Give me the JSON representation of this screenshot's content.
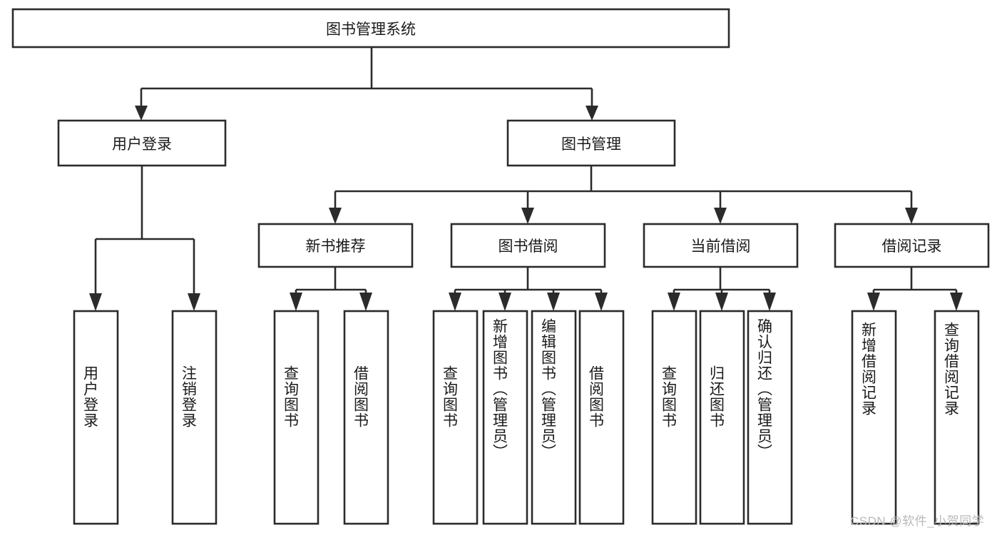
{
  "diagram": {
    "type": "tree-hierarchy-chart",
    "title": "图书管理系统",
    "watermark": "CSDN @软件_小贺同学",
    "colors": {
      "stroke": "#2b2b2b",
      "fill": "#ffffff",
      "text": "#1a1a1a",
      "watermark": "#b9b9b9",
      "background": "#ffffff"
    },
    "levels": {
      "root": {
        "label": "图书管理系统"
      },
      "level2": [
        {
          "id": "user-login",
          "label": "用户登录"
        },
        {
          "id": "book-management",
          "label": "图书管理"
        }
      ],
      "level3": [
        {
          "id": "new-book-recommend",
          "label": "新书推荐",
          "parent": "book-management"
        },
        {
          "id": "book-borrow",
          "label": "图书借阅",
          "parent": "book-management"
        },
        {
          "id": "current-borrow",
          "label": "当前借阅",
          "parent": "book-management"
        },
        {
          "id": "borrow-record",
          "label": "借阅记录",
          "parent": "book-management"
        }
      ],
      "leaves": [
        {
          "id": "leaf-user-login",
          "label": "用户登录",
          "parent": "user-login"
        },
        {
          "id": "leaf-logout-login",
          "label": "注销登录",
          "parent": "user-login"
        },
        {
          "id": "leaf-query-book-1",
          "label": "查询图书",
          "parent": "new-book-recommend"
        },
        {
          "id": "leaf-borrow-book-1",
          "label": "借阅图书",
          "parent": "new-book-recommend"
        },
        {
          "id": "leaf-query-book-2",
          "label": "查询图书",
          "parent": "book-borrow"
        },
        {
          "id": "leaf-add-book",
          "label": "新增图书（管理员）",
          "parent": "book-borrow"
        },
        {
          "id": "leaf-edit-book",
          "label": "编辑图书（管理员）",
          "parent": "book-borrow"
        },
        {
          "id": "leaf-borrow-book-2",
          "label": "借阅图书",
          "parent": "book-borrow"
        },
        {
          "id": "leaf-query-book-3",
          "label": "查询图书",
          "parent": "current-borrow"
        },
        {
          "id": "leaf-return-book",
          "label": "归还图书",
          "parent": "current-borrow"
        },
        {
          "id": "leaf-confirm-return",
          "label": "确认归还（管理员）",
          "parent": "current-borrow"
        },
        {
          "id": "leaf-add-record",
          "label": "新增借阅记录",
          "parent": "borrow-record"
        },
        {
          "id": "leaf-query-record",
          "label": "查询借阅记录",
          "parent": "borrow-record"
        }
      ]
    }
  }
}
